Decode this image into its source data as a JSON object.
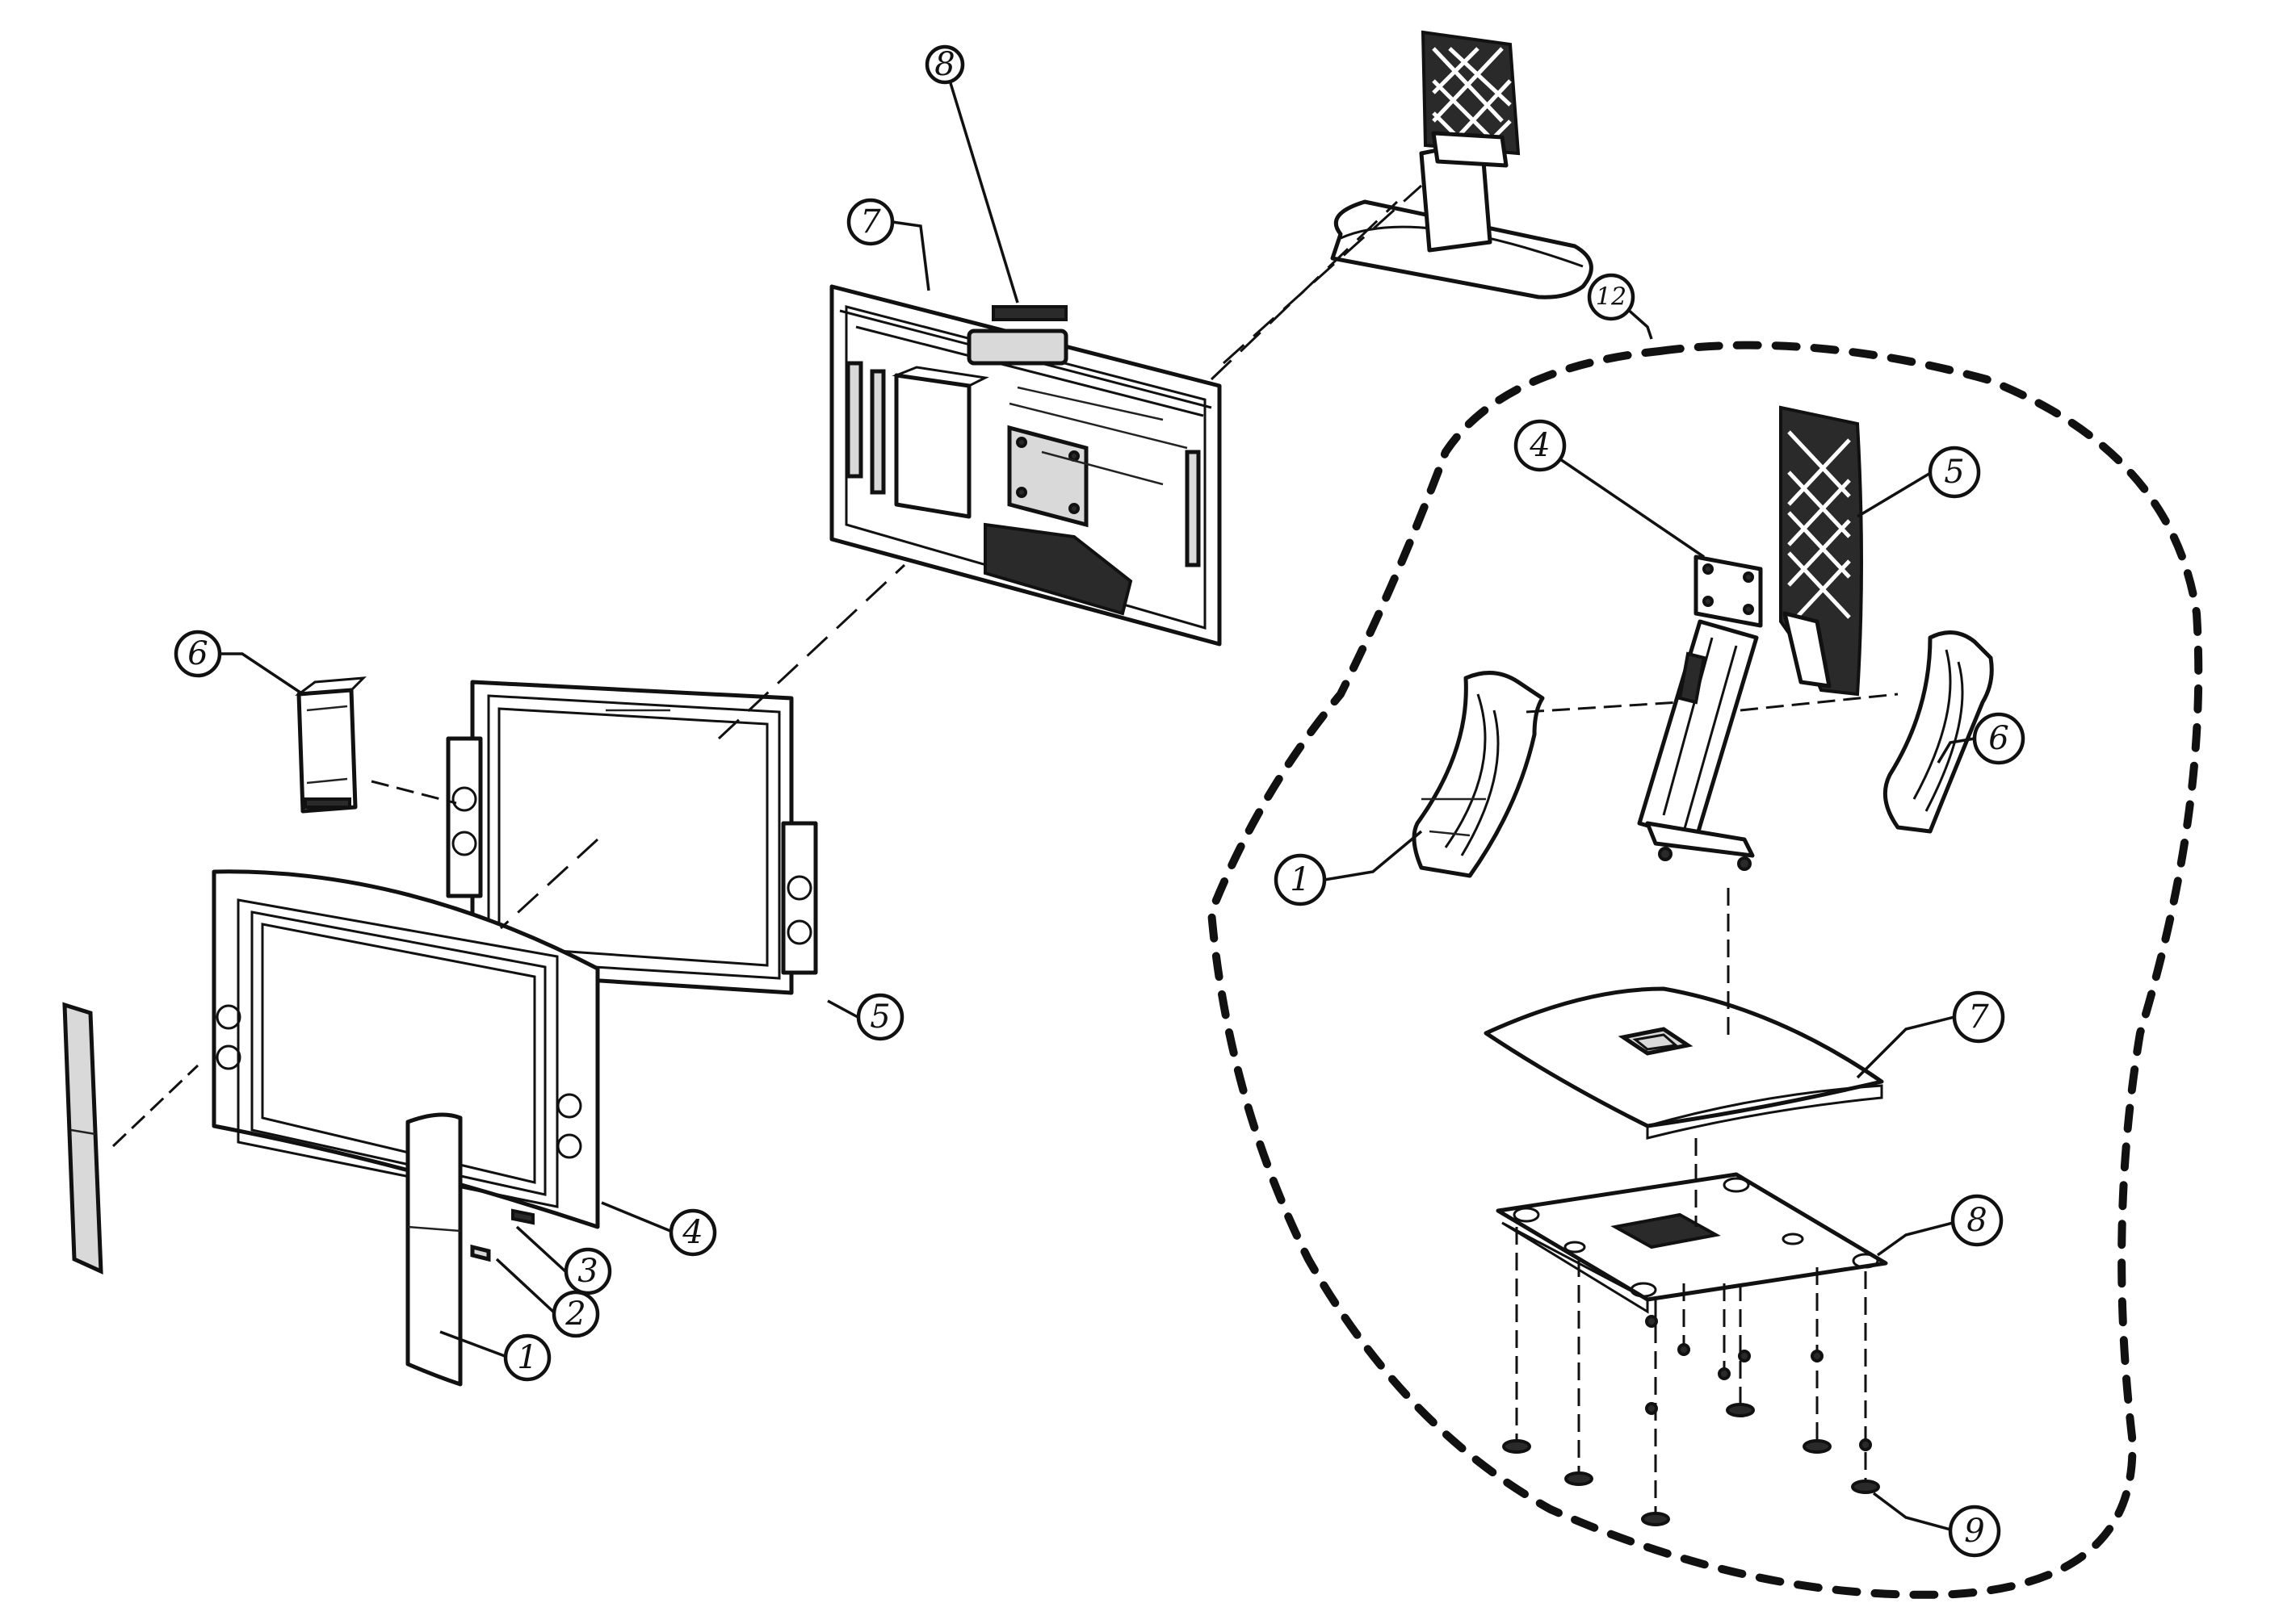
{
  "diagram": {
    "type": "exploded-parts-view",
    "callouts": {
      "tv_front_bezel_1": "1",
      "tv_button_2": "2",
      "tv_sensor_3": "3",
      "tv_front_cabinet_4": "4",
      "tv_speaker_5": "5",
      "tv_board_6": "6",
      "tv_back_cover_7": "7",
      "tv_terminal_8": "8",
      "tv_stand_assembly_12": "12",
      "stand_cover_left_1": "1",
      "stand_neck_4": "4",
      "stand_back_cover_5": "5",
      "stand_cover_right_6": "6",
      "stand_base_cover_7": "7",
      "stand_base_plate_8": "8",
      "stand_feet_9": "9"
    }
  }
}
